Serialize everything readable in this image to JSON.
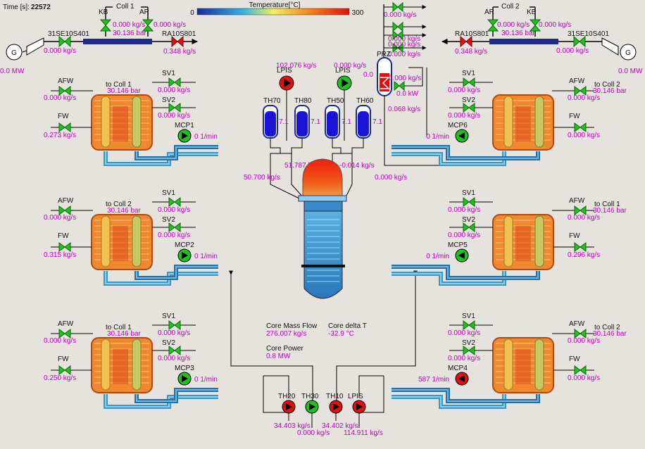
{
  "header": {
    "time_label": "Time [s]:",
    "time_value": "22572"
  },
  "temperature_scale": {
    "title": "Temperature[°C]",
    "min": "0",
    "max": "300"
  },
  "colors": {
    "magenta": "#c000c0",
    "valve_green": "#20c020",
    "valve_red": "#e01010",
    "pipe_dark": "#1e2a8a"
  },
  "collectors": {
    "left": {
      "title": "Coll 1",
      "valve_kb": "KB",
      "valve_ar": "AR",
      "flow_kb": "0.000 kg/s",
      "flow_ar": "0.000 kg/s",
      "pressure": "30.136 bar",
      "steam_valve": "31SE10S401",
      "steam_flow": "0.000 kg/s",
      "relief_valve": "RA10S801",
      "relief_flow": "0.348 kg/s",
      "generator": "G",
      "power": "0.0 MW"
    },
    "right": {
      "title": "Coll 2",
      "valve_kb": "KB",
      "valve_ar": "AR",
      "flow_kb": "0.000 kg/s",
      "flow_ar": "0.000 kg/s",
      "pressure": "30.136 bar",
      "steam_valve": "31SE10S401",
      "steam_flow": "0.000 kg/s",
      "relief_valve": "RA10S801",
      "relief_flow": "0.348 kg/s",
      "generator": "G",
      "power": "0.0 MW"
    }
  },
  "loops": [
    {
      "to_coll": "to Coll 1",
      "pressure": "30.146 bar",
      "afw": "AFW",
      "afw_flow": "0.000 kg/s",
      "fw": "FW",
      "fw_flow": "0.273 kg/s",
      "sv1": "SV1",
      "sv1_flow": "0.000 kg/s",
      "sv2": "SV2",
      "sv2_flow": "0.000 kg/s",
      "mcp": "MCP1",
      "mcp_speed": "0 1/min"
    },
    {
      "to_coll": "to Coll 2",
      "pressure": "30.146 bar",
      "afw": "AFW",
      "afw_flow": "0.000 kg/s",
      "fw": "FW",
      "fw_flow": "0.315 kg/s",
      "sv1": "SV1",
      "sv1_flow": "0.000 kg/s",
      "sv2": "SV2",
      "sv2_flow": "0.000 kg/s",
      "mcp": "MCP2",
      "mcp_speed": "0 1/min"
    },
    {
      "to_coll": "to Coll 1",
      "pressure": "30.146 bar",
      "afw": "AFW",
      "afw_flow": "0.000 kg/s",
      "fw": "FW",
      "fw_flow": "0.250 kg/s",
      "sv1": "SV1",
      "sv1_flow": "0.000 kg/s",
      "sv2": "SV2",
      "sv2_flow": "0.000 kg/s",
      "mcp": "MCP3",
      "mcp_speed": "0 1/min"
    },
    {
      "to_coll": "to Coll 2",
      "pressure": "30.146 bar",
      "afw": "AFW",
      "afw_flow": "0.000 kg/s",
      "fw": "FW",
      "fw_flow": "0.000 kg/s",
      "sv1": "SV1",
      "sv1_flow": "0.000 kg/s",
      "sv2": "SV2",
      "sv2_flow": "0.000 kg/s",
      "mcp": "MCP6",
      "mcp_speed": "0 1/min"
    },
    {
      "to_coll": "to Coll 1",
      "pressure": "30.146 bar",
      "afw": "AFW",
      "afw_flow": "0.000 kg/s",
      "fw": "FW",
      "fw_flow": "0.296 kg/s",
      "sv1": "SV1",
      "sv1_flow": "0.000 kg/s",
      "sv2": "SV2",
      "sv2_flow": "0.000 kg/s",
      "mcp": "MCP5",
      "mcp_speed": "0 1/min"
    },
    {
      "to_coll": "to Coll 2",
      "pressure": "30.146 bar",
      "afw": "AFW",
      "afw_flow": "0.000 kg/s",
      "fw": "FW",
      "fw_flow": "0.000 kg/s",
      "sv1": "SV1",
      "sv1_flow": "0.000 kg/s",
      "sv2": "SV2",
      "sv2_flow": "0.000 kg/s",
      "mcp": "MCP4",
      "mcp_speed": "587 1/min"
    }
  ],
  "pressurizer": {
    "label": "PRZ",
    "flows": [
      "0.000 kg/s",
      "0.000 kg/s",
      "0.000 kg/s",
      "0.000 kg/s"
    ],
    "spray_flow": "0.000 kg/s",
    "level": "0.0",
    "heater_power": "0.0 kW",
    "surge_flow": "0.068 kg/s"
  },
  "upper": {
    "lpis_left": "LPIS",
    "lpis_left_flow": "102.076 kg/s",
    "lpis_right": "LPIS",
    "lpis_right_flow": "0.000 kg/s",
    "tanks": [
      {
        "name": "TH70",
        "value": "7.1"
      },
      {
        "name": "TH80",
        "value": "7.1"
      },
      {
        "name": "TH50",
        "value": "7.1"
      },
      {
        "name": "TH60",
        "value": "7.1"
      }
    ],
    "flows": [
      "50.700 kg/s",
      "51.787 kg/s",
      "-0.014 kg/s",
      "0.000 kg/s"
    ]
  },
  "core": {
    "mass_flow_label": "Core Mass Flow",
    "mass_flow": "276.007 kg/s",
    "delta_t_label": "Core delta T",
    "delta_t": "-32.9 °C",
    "power_label": "Core Power",
    "power": "0.8 MW"
  },
  "lower": {
    "pumps": [
      {
        "name": "TH20",
        "flow": "34.403 kg/s"
      },
      {
        "name": "TH30",
        "flow": "0.000 kg/s"
      },
      {
        "name": "TH10",
        "flow": "34.402 kg/s"
      },
      {
        "name": "LPIS",
        "flow": "114.911 kg/s"
      }
    ]
  }
}
